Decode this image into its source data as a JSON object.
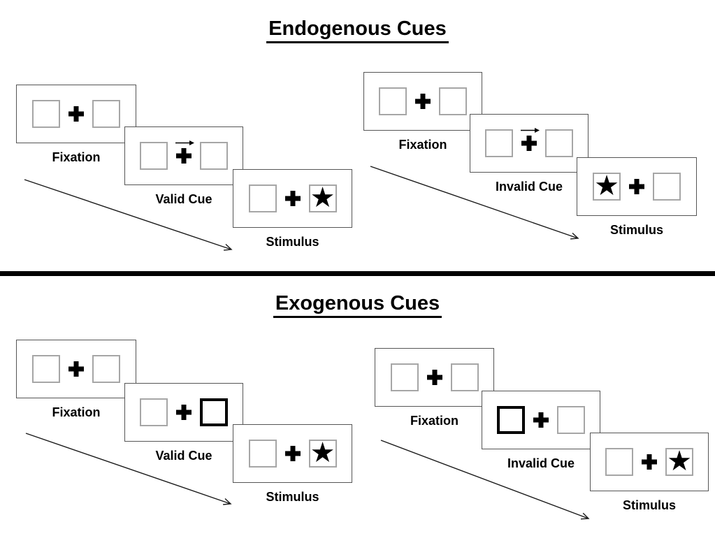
{
  "figure": {
    "type": "diagram",
    "topic": "Attention cueing task: endogenous vs exogenous cue trial sequences"
  },
  "sections": [
    {
      "title": "Endogenous Cues",
      "sequences": [
        {
          "name": "valid-trial",
          "panels": [
            {
              "label": "Fixation",
              "content": "two empty gray boxes flanking a central fixation cross"
            },
            {
              "label": "Valid Cue",
              "content": "small arrow above fixation cross pointing right"
            },
            {
              "label": "Stimulus",
              "content": "star target appears in right box"
            }
          ]
        },
        {
          "name": "invalid-trial",
          "panels": [
            {
              "label": "Fixation",
              "content": "two empty gray boxes flanking a central fixation cross"
            },
            {
              "label": "Invalid Cue",
              "content": "small arrow above fixation cross pointing right"
            },
            {
              "label": "Stimulus",
              "content": "star target appears in left box"
            }
          ]
        }
      ]
    },
    {
      "title": "Exogenous Cues",
      "sequences": [
        {
          "name": "valid-trial",
          "panels": [
            {
              "label": "Fixation",
              "content": "two empty gray boxes flanking a central fixation cross"
            },
            {
              "label": "Valid Cue",
              "content": "right box outlined in bold black (peripheral cue)"
            },
            {
              "label": "Stimulus",
              "content": "star target appears in right box"
            }
          ]
        },
        {
          "name": "invalid-trial",
          "panels": [
            {
              "label": "Fixation",
              "content": "two empty gray boxes flanking a central fixation cross"
            },
            {
              "label": "Invalid Cue",
              "content": "left box outlined in bold black (peripheral cue)"
            },
            {
              "label": "Stimulus",
              "content": "star target appears in right box"
            }
          ]
        }
      ]
    }
  ],
  "icons": {
    "fixation_cross": "plus-cross-icon",
    "target_star": "★",
    "cue_arrow": "arrow-right-icon",
    "timeline_arrow": "diagonal-arrow-down-right"
  },
  "colors": {
    "ink": "#000000",
    "panel_border": "#555555",
    "box_border": "#a6a6a6",
    "background": "#ffffff"
  }
}
